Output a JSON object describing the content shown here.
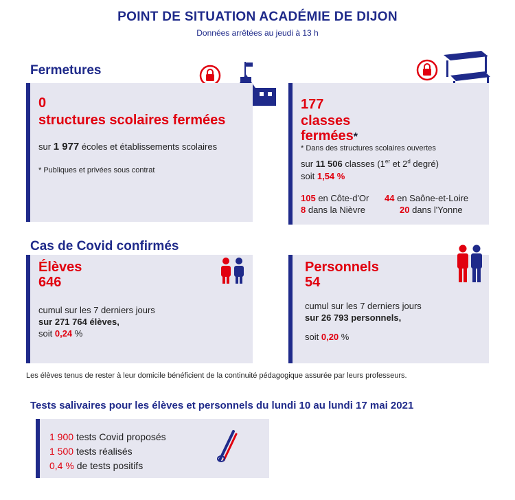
{
  "header": {
    "title": "POINT DE SITUATION ACADÉMIE DE DIJON",
    "subtitle": "Données arrêtées au jeudi à 13 h"
  },
  "fermetures": {
    "section_title": "Fermetures",
    "structures": {
      "count": "0",
      "label": "structures scolaires fermées",
      "sur": "sur",
      "total": "1 977",
      "total_label": "écoles et établissements scolaires",
      "note": "* Publiques et privées sous contrat"
    },
    "classes": {
      "count": "177",
      "label_line1": "classes",
      "label_line2": "fermées",
      "asterisk": "*",
      "note": "* Dans des structures scolaires ouvertes",
      "sur": "sur",
      "total": "11 506",
      "total_label_a": "classes (1",
      "sup1": "er",
      "total_label_b": " et 2",
      "sup2": "d",
      "total_label_c": " degré)",
      "soit": "soit",
      "pct": "1,54 %",
      "dept": [
        {
          "value": "105",
          "label": "en Côte-d'Or"
        },
        {
          "value": "44",
          "label": "en Saône-et-Loire"
        },
        {
          "value": "8",
          "label": "dans la Nièvre"
        },
        {
          "value": "20",
          "label": "dans l'Yonne"
        }
      ]
    }
  },
  "covid": {
    "section_title": "Cas de Covid confirmés",
    "eleves": {
      "label": "Élèves",
      "count": "646",
      "cumul": "cumul sur les 7 derniers jours",
      "sur": "sur 271 764 élèves,",
      "soit": "soit",
      "pct": "0,24",
      "pct_unit": "%"
    },
    "personnels": {
      "label": "Personnels",
      "count": "54",
      "cumul": "cumul sur les 7 derniers jours",
      "sur": "sur 26 793 personnels,",
      "soit": "soit",
      "pct": "0,20",
      "pct_unit": "%"
    }
  },
  "note_continuity": "Les élèves tenus de rester à leur domicile bénéficient de la continuité pédagogique assurée par leurs professeurs.",
  "tests": {
    "section_title": "Tests salivaires pour les élèves et personnels du lundi 10 au lundi 17 mai 2021",
    "lines": [
      {
        "value": "1 900",
        "label": "tests Covid proposés"
      },
      {
        "value": "1 500",
        "label": "tests réalisés"
      },
      {
        "value": "0,4 %",
        "label": "de tests positifs"
      }
    ]
  },
  "colors": {
    "navy": "#1f2a8a",
    "red": "#e1000f",
    "panel": "#e6e6f0"
  }
}
